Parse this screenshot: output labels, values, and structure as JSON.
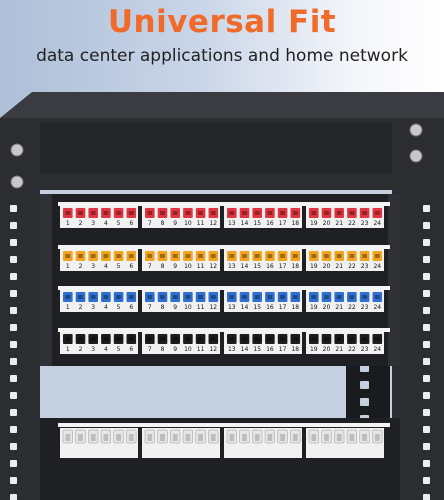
{
  "hero": {
    "headline": "Universal Fit",
    "subline": "data center applications and home network",
    "headline_color": "#f26a2a"
  },
  "rack": {
    "frame_color": "#2b2d31",
    "panel_color": "#1f2023",
    "row_colors": [
      "#e0343f",
      "#f2a41e",
      "#2f6fd1",
      "#1c1c1c"
    ],
    "lower_panel_jack_color": "#e6e6e6",
    "port_groups": [
      [
        "1",
        "2",
        "3",
        "4",
        "5",
        "6"
      ],
      [
        "7",
        "8",
        "9",
        "10",
        "11",
        "12"
      ],
      [
        "13",
        "14",
        "15",
        "16",
        "17",
        "18"
      ],
      [
        "19",
        "20",
        "21",
        "22",
        "23",
        "24"
      ]
    ]
  }
}
